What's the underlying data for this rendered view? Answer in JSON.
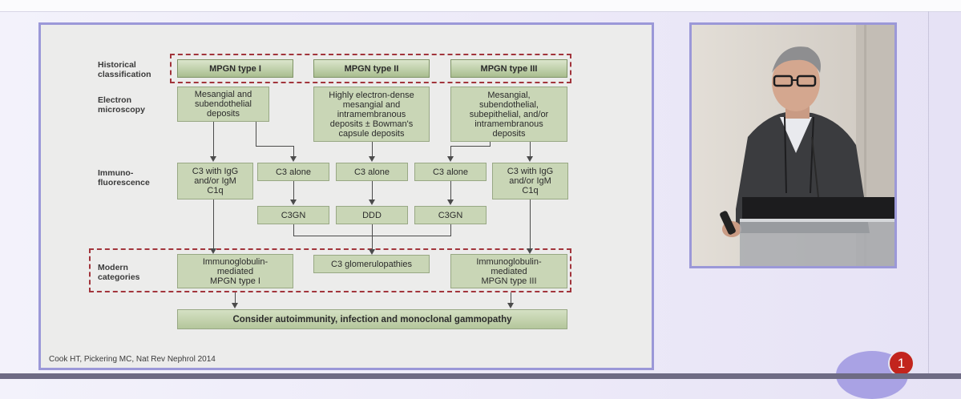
{
  "slide": {
    "row_labels": {
      "historical": "Historical\nclassification",
      "electron": "Electron\nmicroscopy",
      "immuno": "Immuno-\nfluorescence",
      "modern": "Modern\ncategories"
    },
    "historical": {
      "type1": "MPGN type I",
      "type2": "MPGN type II",
      "type3": "MPGN type III"
    },
    "electron": {
      "type1": "Mesangial and\nsubendothelial\ndeposits",
      "type2": "Highly electron-dense\nmesangial and\nintramembranous\ndeposits ± Bowman's\ncapsule deposits",
      "type3": "Mesangial,\nsubendothelial,\nsubepithelial, and/or\nintramembranous\ndeposits"
    },
    "immuno": {
      "igg_left": "C3 with IgG\nand/or IgM\nC1q",
      "c3_alone_1": "C3 alone",
      "c3_alone_2": "C3 alone",
      "c3_alone_3": "C3 alone",
      "igg_right": "C3 with IgG\nand/or IgM\nC1q"
    },
    "subtypes": {
      "c3gn_left": "C3GN",
      "ddd": "DDD",
      "c3gn_right": "C3GN"
    },
    "modern": {
      "ig_type1": "Immunoglobulin-\nmediated\nMPGN type I",
      "c3g": "C3 glomerulopathies",
      "ig_type3": "Immunoglobulin-\nmediated\nMPGN type III"
    },
    "bottom": "Consider autoimmunity, infection and monoclonal gammopathy",
    "citation": "Cook HT, Pickering MC, Nat Rev Nephrol 2014"
  },
  "notification_count": "1",
  "colors": {
    "slide_border": "#9b98d8",
    "box_fill": "#c9d6b6",
    "dashed_outline": "#a2353c",
    "badge": "#c2241d"
  }
}
